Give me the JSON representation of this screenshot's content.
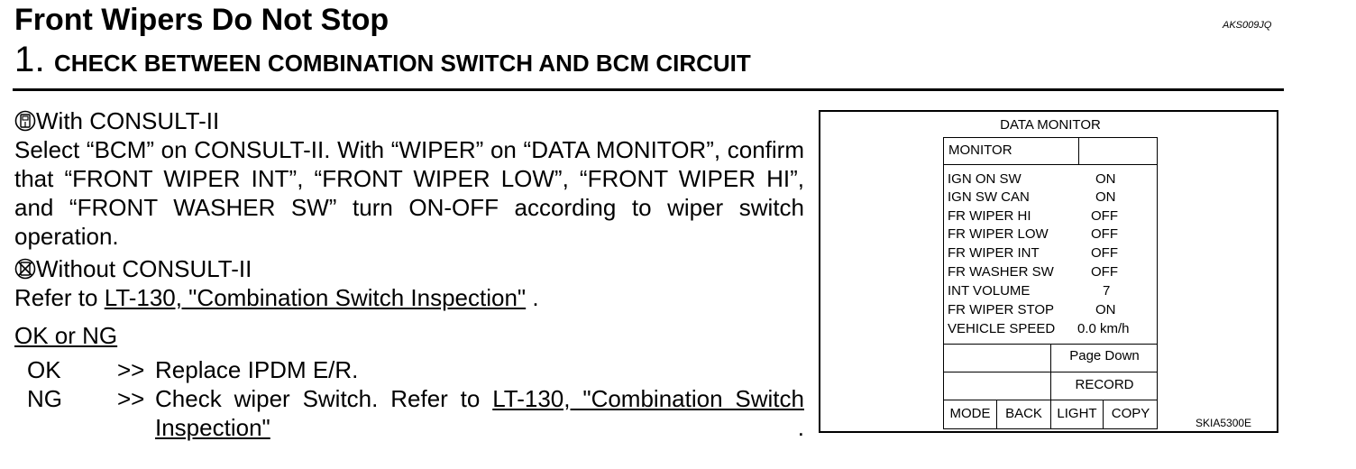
{
  "header": {
    "title": "Front Wipers Do Not Stop",
    "doc_code": "AKS009JQ",
    "step_number": "1",
    "step_dot": ".",
    "step_title": "CHECK BETWEEN COMBINATION SWITCH AND BCM CIRCUIT"
  },
  "body": {
    "with_consult": "With CONSULT-II",
    "paragraph": "Select “BCM” on CONSULT-II. With “WIPER” on “DATA MONITOR”, confirm that “FRONT WIPER INT”, “FRONT WIPER LOW”, “FRONT WIPER HI”, and “FRONT WASHER SW” turn ON-OFF according to wiper switch operation.",
    "without_consult": "Without CONSULT-II",
    "refer_prefix": "Refer to ",
    "refer_link": "LT-130, \"Combination Switch Inspection\"",
    "refer_suffix": " .",
    "ok_or_ng": "OK or NG"
  },
  "results": [
    {
      "label": "OK",
      "arrow": ">>",
      "text": "Replace IPDM E/R."
    },
    {
      "label": "NG",
      "arrow": ">>",
      "text_prefix": "Check wiper Switch. Refer to ",
      "link": "LT-130, \"Combination Switch Inspection\"",
      "suffix": " ."
    }
  ],
  "figure": {
    "heading": "DATA MONITOR",
    "monitor_label": "MONITOR",
    "signals": [
      {
        "name": "IGN ON SW",
        "value": "ON"
      },
      {
        "name": "IGN SW CAN",
        "value": "ON"
      },
      {
        "name": "FR WIPER HI",
        "value": "OFF"
      },
      {
        "name": "FR WIPER LOW",
        "value": "OFF"
      },
      {
        "name": "FR WIPER INT",
        "value": "OFF"
      },
      {
        "name": "FR WASHER SW",
        "value": "OFF"
      },
      {
        "name": "INT VOLUME",
        "value": "7"
      },
      {
        "name": "FR WIPER STOP",
        "value": "ON"
      },
      {
        "name": "VEHICLE SPEED",
        "value": "0.0 km/h"
      }
    ],
    "page_down": "Page Down",
    "record": "RECORD",
    "buttons": [
      "MODE",
      "BACK",
      "LIGHT",
      "COPY"
    ],
    "figure_id": "SKIA5300E"
  }
}
